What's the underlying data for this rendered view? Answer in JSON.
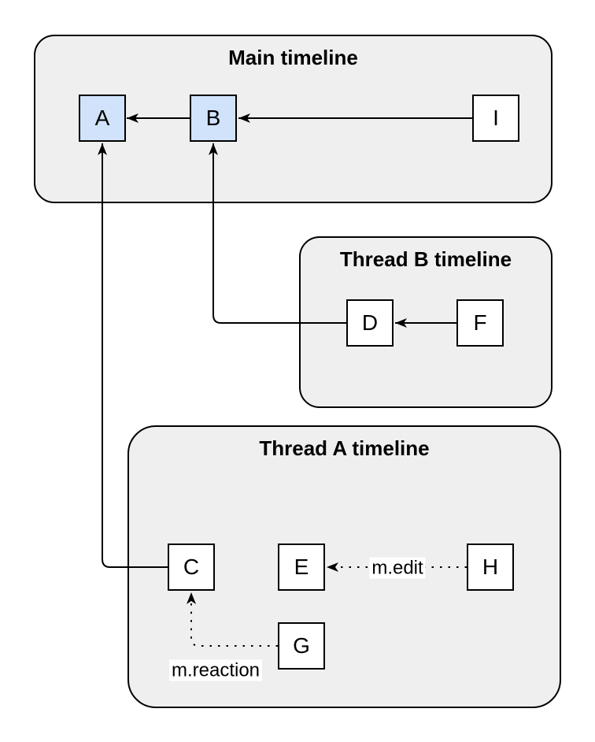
{
  "containers": [
    {
      "id": "main",
      "title": "Main timeline"
    },
    {
      "id": "thread-b",
      "title": "Thread B timeline"
    },
    {
      "id": "thread-a",
      "title": "Thread A timeline"
    }
  ],
  "nodes": [
    {
      "id": "A",
      "label": "A",
      "timeline": "main",
      "style": "highlighted"
    },
    {
      "id": "B",
      "label": "B",
      "timeline": "main",
      "style": "highlighted"
    },
    {
      "id": "I",
      "label": "I",
      "timeline": "main",
      "style": "plain"
    },
    {
      "id": "D",
      "label": "D",
      "timeline": "thread-b",
      "style": "plain"
    },
    {
      "id": "F",
      "label": "F",
      "timeline": "thread-b",
      "style": "plain"
    },
    {
      "id": "C",
      "label": "C",
      "timeline": "thread-a",
      "style": "plain"
    },
    {
      "id": "E",
      "label": "E",
      "timeline": "thread-a",
      "style": "plain"
    },
    {
      "id": "H",
      "label": "H",
      "timeline": "thread-a",
      "style": "plain"
    },
    {
      "id": "G",
      "label": "G",
      "timeline": "thread-a",
      "style": "plain"
    }
  ],
  "edges": [
    {
      "from": "B",
      "to": "A",
      "style": "solid",
      "label": ""
    },
    {
      "from": "I",
      "to": "B",
      "style": "solid",
      "label": ""
    },
    {
      "from": "F",
      "to": "D",
      "style": "solid",
      "label": ""
    },
    {
      "from": "D",
      "to": "B",
      "style": "solid",
      "label": ""
    },
    {
      "from": "C",
      "to": "A",
      "style": "solid",
      "label": ""
    },
    {
      "from": "H",
      "to": "E",
      "style": "dotted",
      "label": "m.edit"
    },
    {
      "from": "G",
      "to": "C",
      "style": "dotted",
      "label": "m.reaction"
    }
  ],
  "colors": {
    "stroke": "#000000",
    "container_fill": "#efefef",
    "node_fill": "#ffffff",
    "accent_node_fill": "#d0e3fa",
    "label_background": "#ffffff",
    "text": "#000000"
  }
}
